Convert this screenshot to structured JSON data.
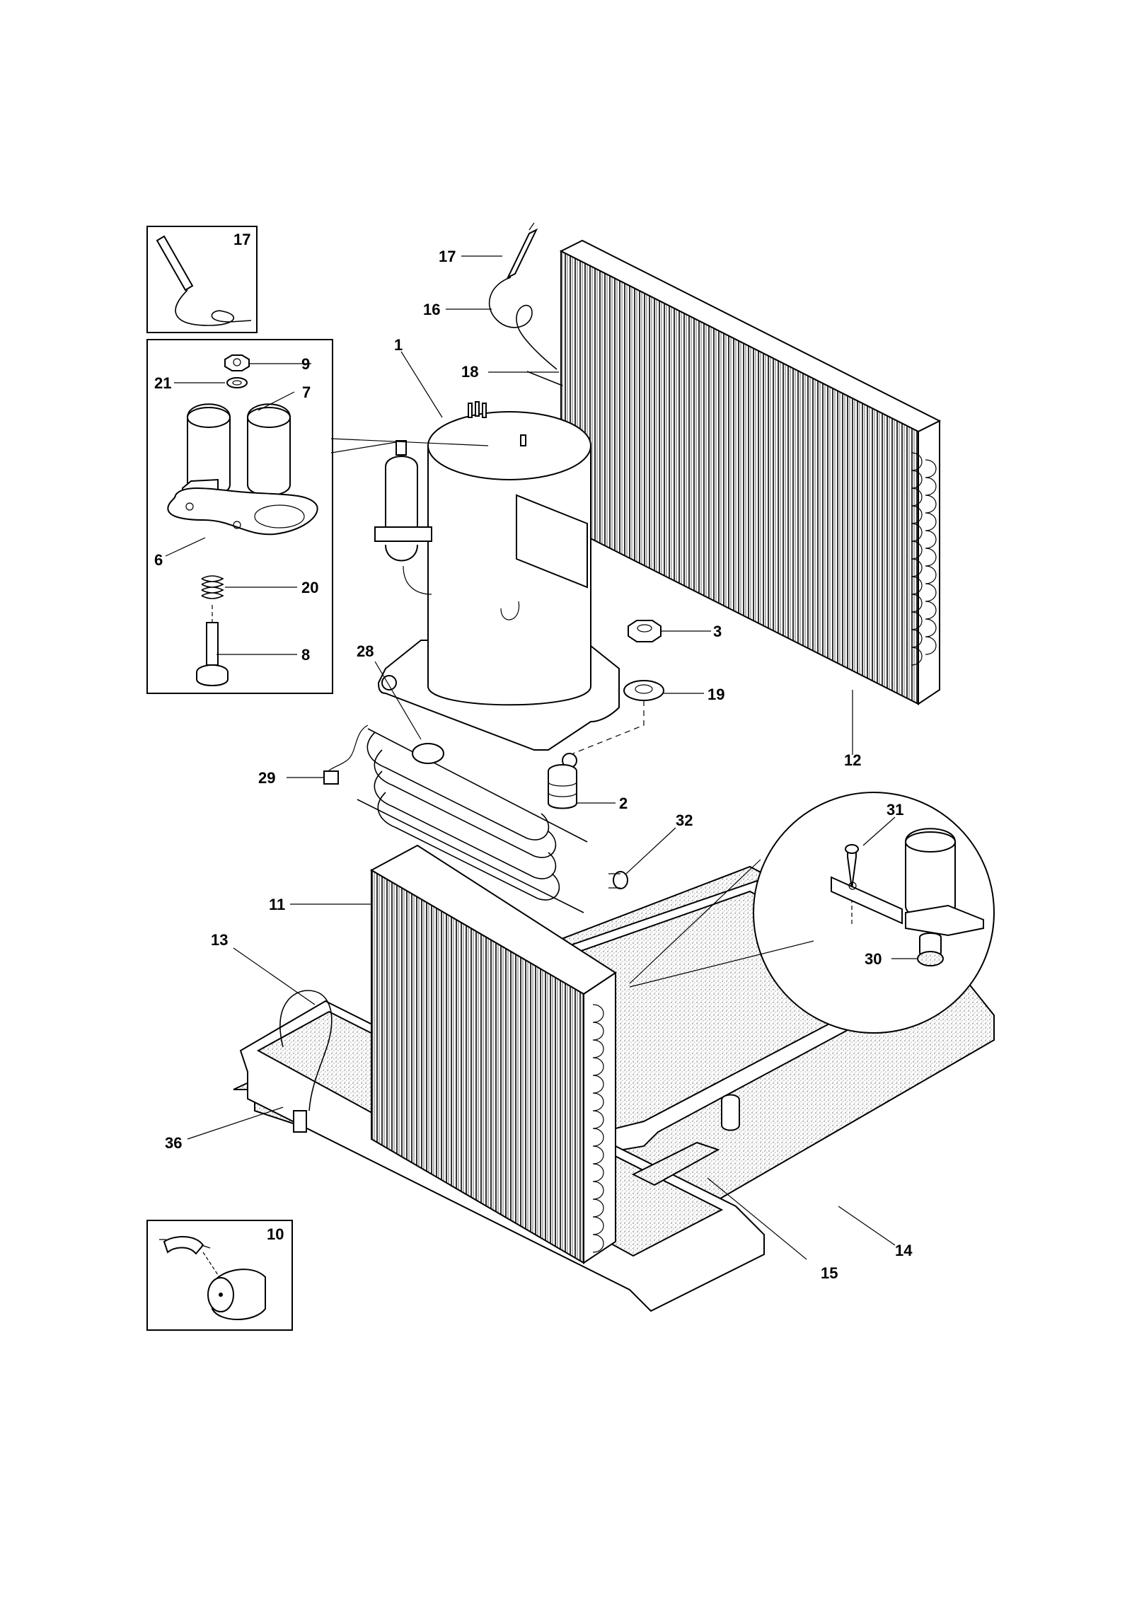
{
  "callouts": {
    "c1": "1",
    "c2": "2",
    "c3": "3",
    "c6": "6",
    "c7": "7",
    "c8": "8",
    "c9": "9",
    "c10": "10",
    "c11": "11",
    "c12": "12",
    "c13": "13",
    "c14": "14",
    "c15": "15",
    "c16": "16",
    "c17a": "17",
    "c17b": "17",
    "c18": "18",
    "c19": "19",
    "c20": "20",
    "c21": "21",
    "c28": "28",
    "c29": "29",
    "c30": "30",
    "c31": "31",
    "c32": "32",
    "c36": "36"
  }
}
